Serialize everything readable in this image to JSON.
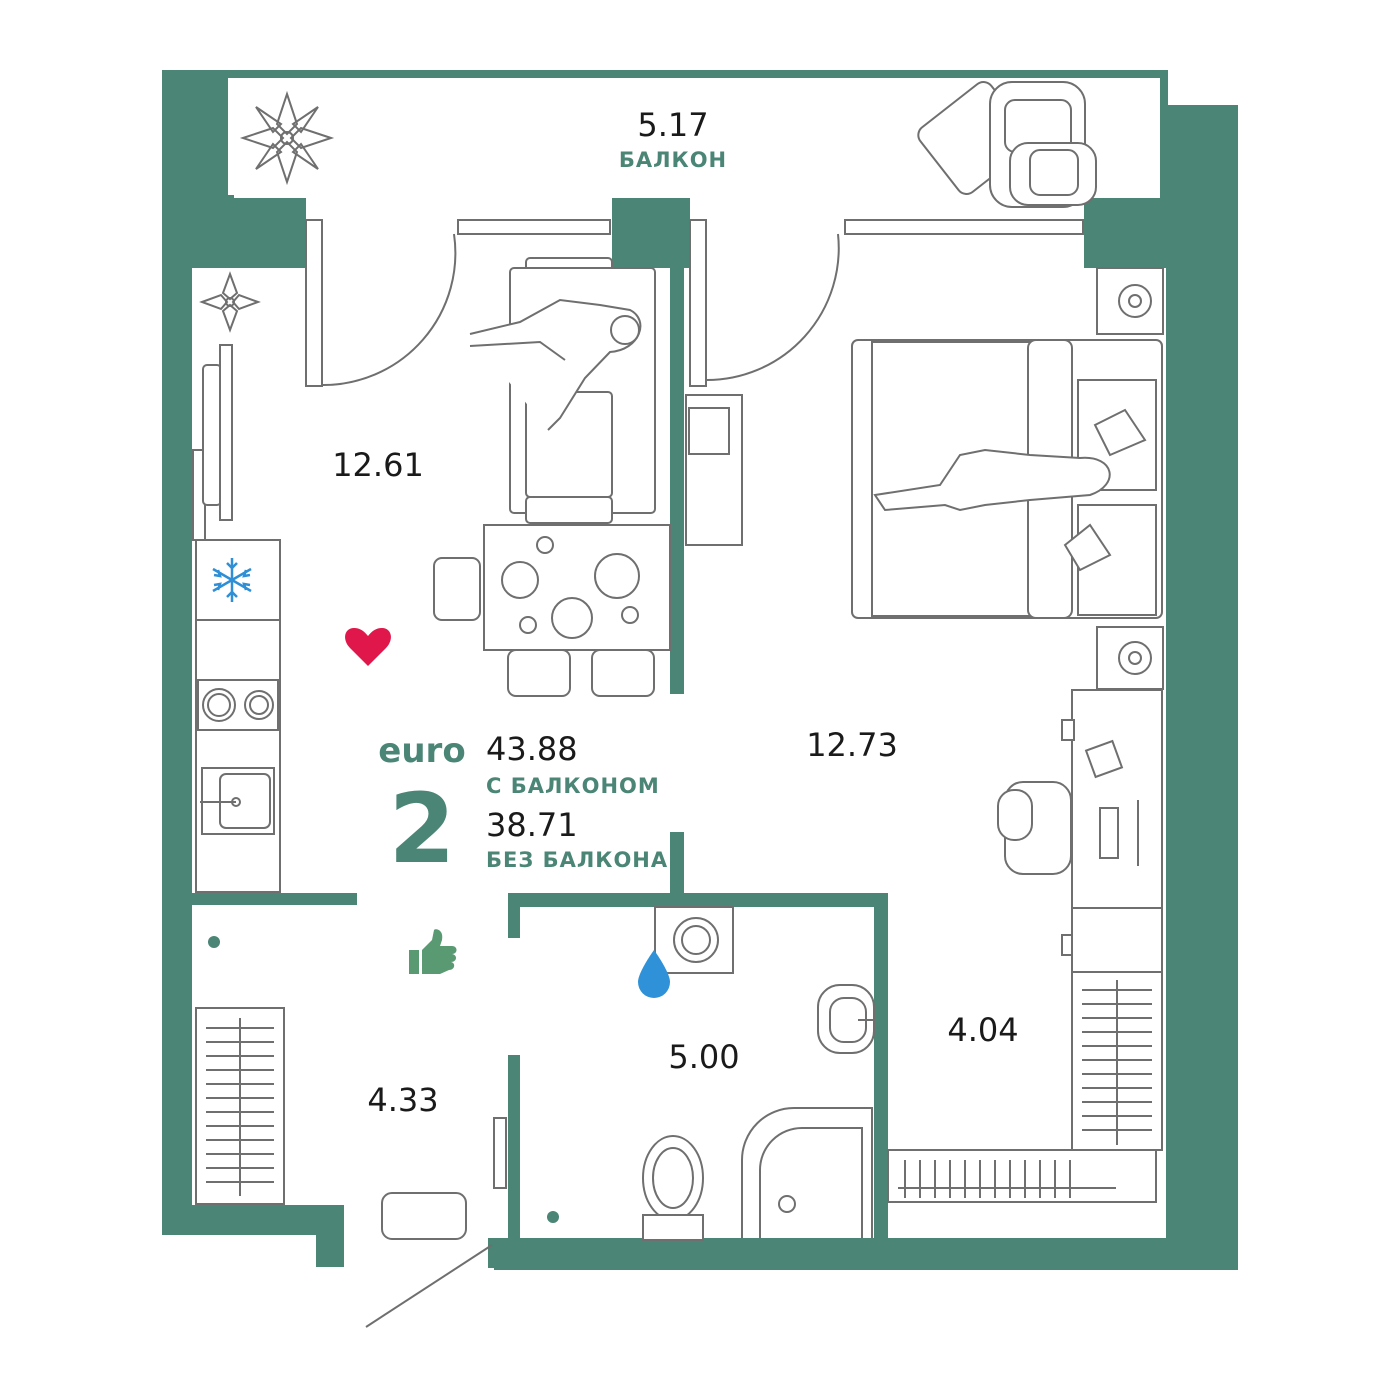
{
  "plan": {
    "colors": {
      "wall": "#4a8575",
      "accent_text": "#4a8575",
      "heart": "#e0174a",
      "like": "#5a9a72",
      "snow": "#2e8fd6",
      "drop": "#2f92d8"
    },
    "balcony": {
      "area": "5.17",
      "label": "БАЛКОН"
    },
    "kitchen_living": {
      "area": "12.61"
    },
    "bedroom": {
      "area": "12.73"
    },
    "wardrobe": {
      "area": "4.04"
    },
    "bathroom": {
      "area": "5.00"
    },
    "hallway": {
      "area": "4.33"
    },
    "summary": {
      "type_label": "euro",
      "rooms": "2",
      "area_with_balcony": "43.88",
      "with_balcony_label": "С БАЛКОНОМ",
      "area_without_balcony": "38.71",
      "without_balcony_label": "БЕЗ БАЛКОНА"
    },
    "icons": [
      "heart-icon",
      "thumbs-up-icon",
      "snowflake-icon",
      "water-drop-icon",
      "flower-icon"
    ]
  }
}
